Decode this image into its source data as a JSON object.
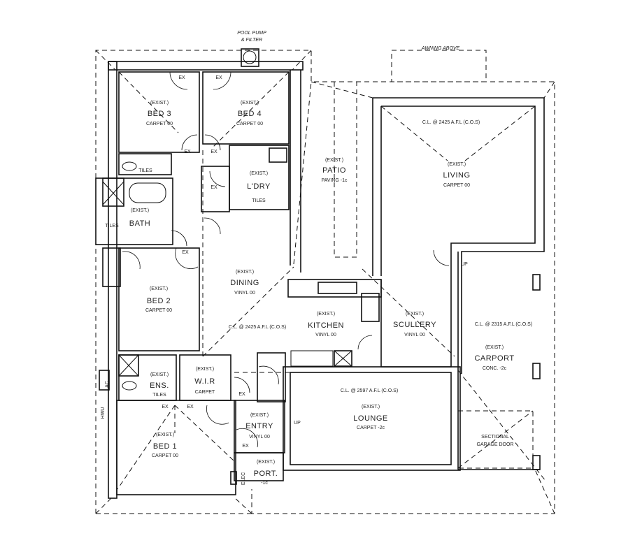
{
  "annotations": {
    "pool_pump_1": "POOL PUMP",
    "pool_pump_2": "& FILTER",
    "awning": "AWNING ABOVE",
    "ac": "AC",
    "hwu": "HWU",
    "elec": "ELEC",
    "garage_door_1": "SECTIONAL",
    "garage_door_2": "GARAGE DOOR",
    "up": "UP",
    "ex": "EX",
    "tiles": "TILES",
    "exist": "(EXIST.)"
  },
  "ceilings": {
    "living": "C.L. @ 2425 A.F.L (C.O.S)",
    "dining": "C.L. @ 2425 A.F.L (C.O.S)",
    "carport": "C.L. @ 2315 A.F.L (C.O.S)",
    "lounge": "C.L. @ 2597 A.F.L (C.O.S)"
  },
  "rooms": {
    "bed3": {
      "name": "BED 3",
      "finish": "CARPET 00"
    },
    "bed4": {
      "name": "BED 4",
      "finish": "CARPET 00"
    },
    "laundry": {
      "name": "L'DRY",
      "finish": "TILES"
    },
    "bath": {
      "name": "BATH",
      "finish": "TILES"
    },
    "patio": {
      "name": "PATIO",
      "finish": "PAVING -1c"
    },
    "living": {
      "name": "LIVING",
      "finish": "CARPET 00"
    },
    "dining": {
      "name": "DINING",
      "finish": "VINYL 00"
    },
    "bed2": {
      "name": "BED 2",
      "finish": "CARPET 00"
    },
    "kitchen": {
      "name": "KITCHEN",
      "finish": "VINYL 00"
    },
    "scullery": {
      "name": "SCULLERY",
      "finish": "VINYL 00"
    },
    "carport": {
      "name": "CARPORT",
      "finish": "CONC. -2c"
    },
    "wir": {
      "name": "W.I.R",
      "finish": "CARPET"
    },
    "ensuite": {
      "name": "ENS.",
      "finish": "TILES"
    },
    "lounge": {
      "name": "LOUNGE",
      "finish": "CARPET -2c"
    },
    "entry": {
      "name": "ENTRY",
      "finish": "VINYL 00"
    },
    "bed1": {
      "name": "BED 1",
      "finish": "CARPET 00"
    },
    "porch": {
      "name": "PORT.",
      "finish": "-1c"
    }
  }
}
